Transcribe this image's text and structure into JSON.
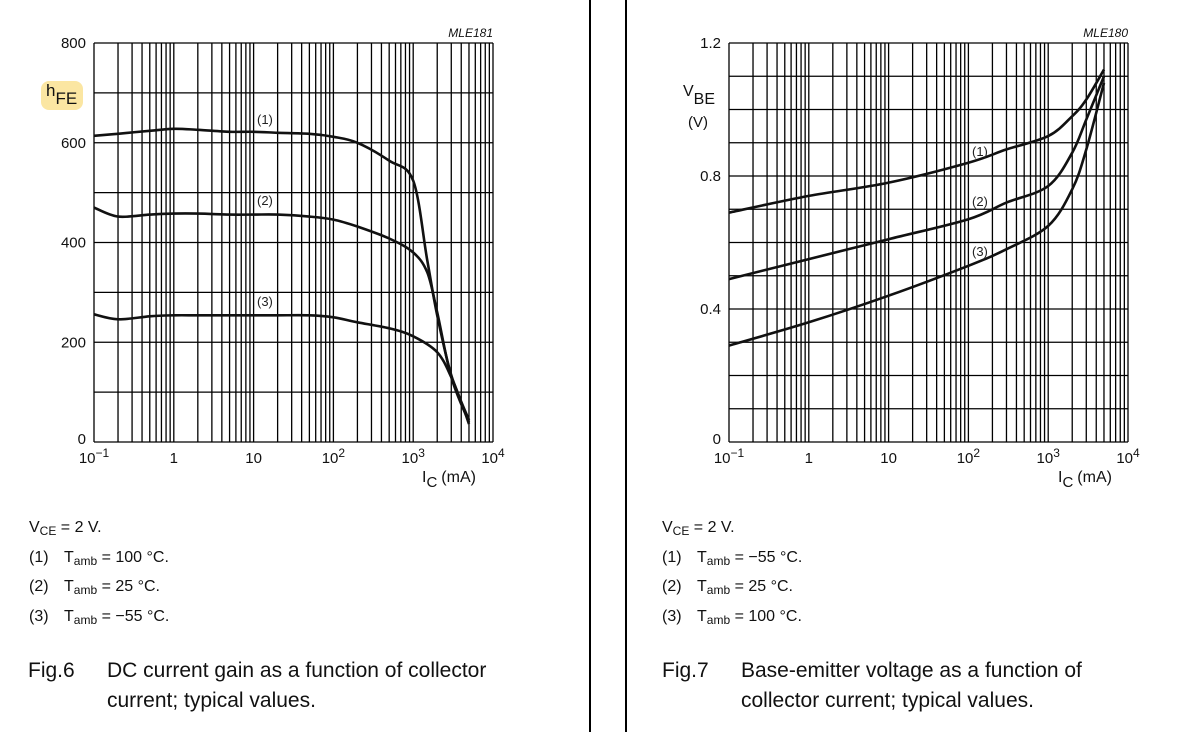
{
  "left_panel": {
    "code": "MLE181",
    "ylabel_main": "h",
    "ylabel_sub": "FE",
    "xlabel_main": "I",
    "xlabel_sub": "C",
    "xlabel_unit": "(mA)",
    "yticks": [
      "0",
      "200",
      "400",
      "600",
      "800"
    ],
    "xticks": [
      {
        "base": "10",
        "exp": "−1"
      },
      {
        "base": "1",
        "exp": ""
      },
      {
        "base": "10",
        "exp": ""
      },
      {
        "base": "10",
        "exp": "2"
      },
      {
        "base": "10",
        "exp": "3"
      },
      {
        "base": "10",
        "exp": "4"
      }
    ],
    "curve_labels": [
      "(1)",
      "(2)",
      "(3)"
    ],
    "conditions": {
      "vce_prefix": "V",
      "vce_sub": "CE",
      "vce_value": " = 2 V.",
      "rows": [
        {
          "num": "(1)",
          "t": "T",
          "sub": "amb",
          "value": " = 100 °C."
        },
        {
          "num": "(2)",
          "t": "T",
          "sub": "amb",
          "value": " = 25 °C."
        },
        {
          "num": "(3)",
          "t": "T",
          "sub": "amb",
          "value": " = −55 °C."
        }
      ]
    },
    "caption": {
      "fig": "Fig.6",
      "text": "DC current gain as a function of collector current; typical values."
    },
    "highlight_color": "#fbe6a2"
  },
  "right_panel": {
    "code": "MLE180",
    "ylabel_main": "V",
    "ylabel_sub": "BE",
    "ylabel_unit": "(V)",
    "xlabel_main": "I",
    "xlabel_sub": "C",
    "xlabel_unit": "(mA)",
    "yticks": [
      "0",
      "0.4",
      "0.8",
      "1.2"
    ],
    "xticks": [
      {
        "base": "10",
        "exp": "−1"
      },
      {
        "base": "1",
        "exp": ""
      },
      {
        "base": "10",
        "exp": ""
      },
      {
        "base": "10",
        "exp": "2"
      },
      {
        "base": "10",
        "exp": "3"
      },
      {
        "base": "10",
        "exp": "4"
      }
    ],
    "curve_labels": [
      "(1)",
      "(2)",
      "(3)"
    ],
    "conditions": {
      "vce_prefix": "V",
      "vce_sub": "CE",
      "vce_value": " = 2 V.",
      "rows": [
        {
          "num": "(1)",
          "t": "T",
          "sub": "amb",
          "value": " = −55 °C."
        },
        {
          "num": "(2)",
          "t": "T",
          "sub": "amb",
          "value": " = 25 °C."
        },
        {
          "num": "(3)",
          "t": "T",
          "sub": "amb",
          "value": " = 100 °C."
        }
      ]
    },
    "caption": {
      "fig": "Fig.7",
      "text": "Base-emitter voltage as a function of collector current; typical values."
    }
  },
  "chart_data": [
    {
      "type": "line",
      "title": "Fig.6 DC current gain as a function of collector current; typical values.",
      "xlabel": "I_C (mA)",
      "ylabel": "h_FE",
      "xscale": "log",
      "xlim": [
        0.1,
        10000
      ],
      "ylim": [
        0,
        800
      ],
      "grid": true,
      "legend_position": "inline labels",
      "annotations": [
        "MLE181",
        "V_CE = 2 V"
      ],
      "series": [
        {
          "name": "(1) T_amb = 100 °C",
          "x": [
            0.1,
            0.2,
            0.5,
            1,
            2,
            5,
            10,
            20,
            50,
            100,
            200,
            500,
            1000,
            1500,
            2000,
            3000,
            5000
          ],
          "values": [
            614,
            618,
            624,
            628,
            626,
            622,
            622,
            620,
            618,
            612,
            600,
            564,
            524,
            364,
            254,
            134,
            44
          ]
        },
        {
          "name": "(2) T_amb = 25 °C",
          "x": [
            0.1,
            0.2,
            0.5,
            1,
            2,
            5,
            10,
            20,
            50,
            100,
            200,
            500,
            1000,
            1500,
            2000,
            3000,
            5000
          ],
          "values": [
            470,
            452,
            456,
            458,
            458,
            456,
            456,
            456,
            452,
            446,
            432,
            408,
            380,
            340,
            260,
            130,
            40
          ]
        },
        {
          "name": "(3) T_amb = −55 °C",
          "x": [
            0.1,
            0.2,
            0.5,
            1,
            2,
            5,
            10,
            20,
            50,
            100,
            200,
            500,
            1000,
            2000,
            3000,
            4000,
            5000
          ],
          "values": [
            256,
            246,
            252,
            254,
            254,
            254,
            254,
            254,
            254,
            250,
            240,
            228,
            212,
            180,
            130,
            80,
            36
          ]
        }
      ]
    },
    {
      "type": "line",
      "title": "Fig.7 Base-emitter voltage as a function of collector current; typical values.",
      "xlabel": "I_C (mA)",
      "ylabel": "V_BE (V)",
      "xscale": "log",
      "xlim": [
        0.1,
        10000
      ],
      "ylim": [
        0,
        1.2
      ],
      "grid": true,
      "legend_position": "inline labels",
      "annotations": [
        "MLE180",
        "V_CE = 2 V"
      ],
      "series": [
        {
          "name": "(1) T_amb = −55 °C",
          "x": [
            0.1,
            1,
            10,
            100,
            300,
            1000,
            2000,
            3000,
            5000
          ],
          "values": [
            0.69,
            0.74,
            0.78,
            0.84,
            0.88,
            0.92,
            0.98,
            1.03,
            1.12
          ]
        },
        {
          "name": "(2) T_amb = 25 °C",
          "x": [
            0.1,
            1,
            10,
            100,
            300,
            1000,
            2000,
            3000,
            5000
          ],
          "values": [
            0.49,
            0.55,
            0.61,
            0.67,
            0.72,
            0.77,
            0.87,
            0.97,
            1.1
          ]
        },
        {
          "name": "(3) T_amb = 100 °C",
          "x": [
            0.1,
            1,
            10,
            100,
            300,
            1000,
            2000,
            3000,
            5000
          ],
          "values": [
            0.29,
            0.36,
            0.44,
            0.53,
            0.58,
            0.65,
            0.76,
            0.88,
            1.08
          ]
        }
      ]
    }
  ]
}
